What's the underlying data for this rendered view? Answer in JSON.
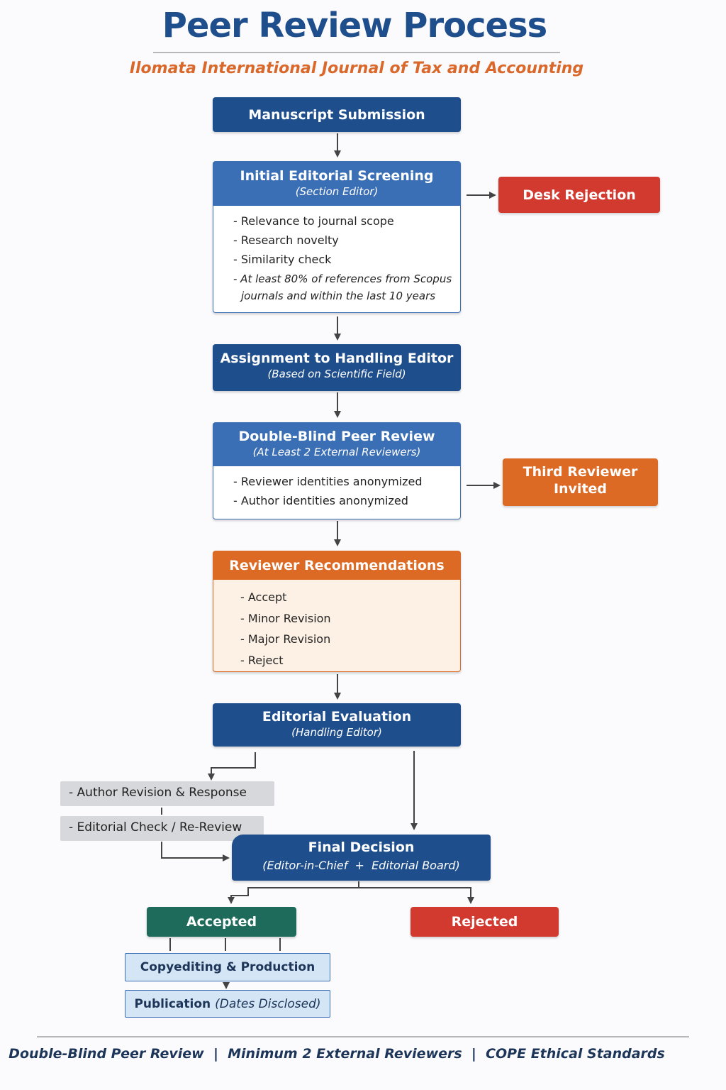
{
  "title": "Peer Review Process",
  "subtitle": "Ilomata International Journal of Tax and Accounting",
  "steps": {
    "submission": "Manuscript Submission",
    "screening": {
      "title": "Initial Editorial Screening",
      "subtitle": "(Section Editor)",
      "items": [
        "- Relevance to journal scope",
        "- Research novelty",
        "- Similarity check"
      ],
      "note_line1": "- At least 80% of references from Scopus",
      "note_line2": "journals and within the last 10 years"
    },
    "desk_rejection": "Desk Rejection",
    "assignment": {
      "title": "Assignment to Handling Editor",
      "subtitle": "(Based on Scientific Field)"
    },
    "peer_review": {
      "title": "Double-Blind Peer Review",
      "subtitle": "(At Least 2 External Reviewers)",
      "items": [
        "- Reviewer identities anonymized",
        "- Author identities anonymized"
      ]
    },
    "third_reviewer": {
      "line1": "Third Reviewer",
      "line2": "Invited"
    },
    "recommendations": {
      "title": "Reviewer Recommendations",
      "items": [
        "- Accept",
        "- Minor Revision",
        "- Major Revision",
        "- Reject"
      ]
    },
    "evaluation": {
      "title": "Editorial Evaluation",
      "subtitle": "(Handling Editor)"
    },
    "author_revision": "- Author Revision & Response",
    "editorial_check": "- Editorial Check / Re-Review",
    "final_decision": {
      "title": "Final Decision",
      "subtitle": "(Editor-in-Chief  +  Editorial Board)"
    },
    "accepted": "Accepted",
    "rejected": "Rejected",
    "copyediting": "Copyediting & Production",
    "publication": {
      "label": "Publication",
      "note": "(Dates Disclosed)"
    }
  },
  "footer": "Double-Blind Peer Review  |  Minimum 2 External Reviewers  |  COPE Ethical Standards",
  "colors": {
    "navy": "#1f4e8c",
    "blue": "#3b6fb5",
    "red": "#d23a30",
    "orange": "#dc6a25",
    "green": "#1e6b5c",
    "grey": "#d7d8dc",
    "light_blue": "#d4e5f5",
    "arrow": "#444444"
  }
}
